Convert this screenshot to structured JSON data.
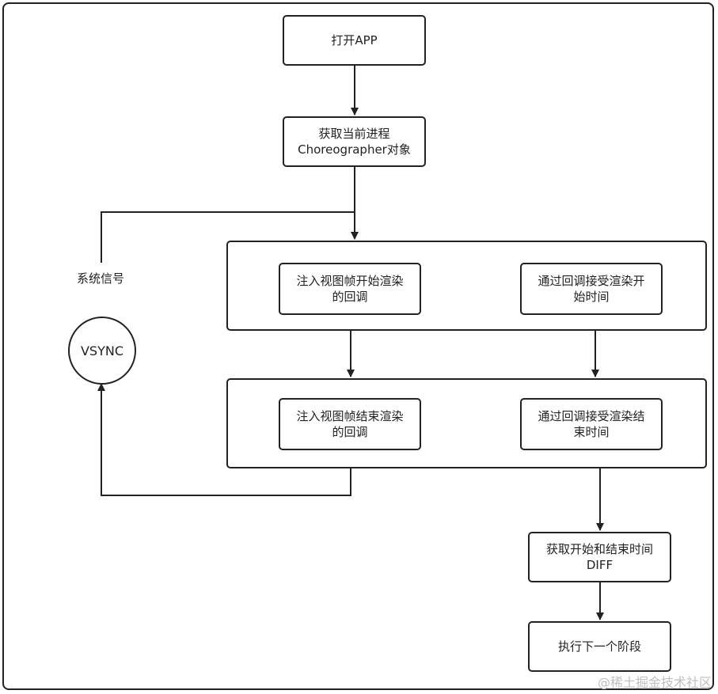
{
  "nodes": {
    "open_app": "打开APP",
    "get_choreographer": "获取当前进程\nChoreographer对象",
    "inject_start": "注入视图帧开始渲染\n的回调",
    "receive_start": "通过回调接受渲染开\n始时间",
    "inject_end": "注入视图帧结束渲染\n的回调",
    "receive_end": "通过回调接受渲染结\n束时间",
    "diff": "获取开始和结束时间\nDIFF",
    "next_stage": "执行下一个阶段",
    "vsync": "VSYNC"
  },
  "edge_labels": {
    "system_signal": "系统信号"
  },
  "watermark": "@稀土掘金技术社区",
  "colors": {
    "stroke": "#222222",
    "watermark": "#bfbfbf"
  }
}
